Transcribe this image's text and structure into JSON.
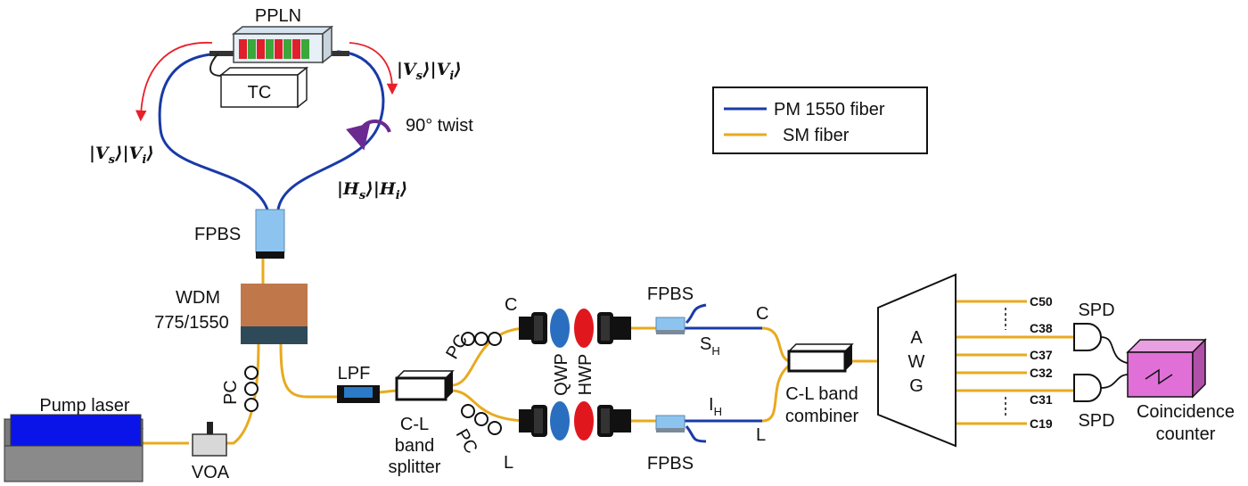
{
  "components": {
    "ppln": "PPLN",
    "tc": "TC",
    "fpbs_top": "FPBS",
    "wdm_line1": "WDM",
    "wdm_line2": "775/1550",
    "pc_left": "PC",
    "pump_laser": "Pump laser",
    "voa": "VOA",
    "lpf": "LPF",
    "splitter_line1": "C-L",
    "splitter_line2": "band",
    "splitter_line3": "splitter",
    "pc_upper": "PC",
    "pc_lower": "PC",
    "qwp": "QWP",
    "hwp": "HWP",
    "fpbs_upper": "FPBS",
    "fpbs_lower": "FPBS",
    "combiner_line1": "C-L band",
    "combiner_line2": "combiner",
    "awg_a": "A",
    "awg_w": "W",
    "awg_g": "G",
    "spd_upper": "SPD",
    "spd_lower": "SPD",
    "coinc_line1": "Coincidence",
    "coinc_line2": "counter"
  },
  "labels": {
    "twist": "90° twist",
    "c_upper": "C",
    "l_lower": "L",
    "c_mid": "C",
    "l_mid": "L",
    "sh_main": "S",
    "sh_sub": "H",
    "ih_main": "I",
    "ih_sub": "H"
  },
  "states": {
    "vv_left": {
      "a": "|V",
      "as": "s",
      "b": "⟩|V",
      "bs": "i",
      "c": "⟩"
    },
    "vv_right": {
      "a": "|V",
      "as": "s",
      "b": "⟩|V",
      "bs": "i",
      "c": "⟩"
    },
    "hh": {
      "a": "|H",
      "as": "s",
      "b": "⟩|H",
      "bs": "i",
      "c": "⟩"
    }
  },
  "channels": [
    "C50",
    "C38",
    "C37",
    "C32",
    "C31",
    "C19"
  ],
  "legend": {
    "pm_fiber": "PM 1550 fiber",
    "sm_fiber": "SM fiber"
  },
  "colors": {
    "pm_fiber": "#1a3aa8",
    "sm_fiber": "#e8aa1e",
    "ppln_red": "#e0202a",
    "ppln_green": "#3aa83a",
    "fpbs_blue": "#8cc4ef",
    "wdm_brown": "#c0784a",
    "wdm_dark": "#2e4a58",
    "pump_blue": "#0a14e8",
    "qwp_blue": "#2a6ec0",
    "hwp_red": "#e0181e",
    "coinc_pink": "#e070d8",
    "arrow_red": "#e8202a",
    "twist_purple": "#6a2a90"
  }
}
